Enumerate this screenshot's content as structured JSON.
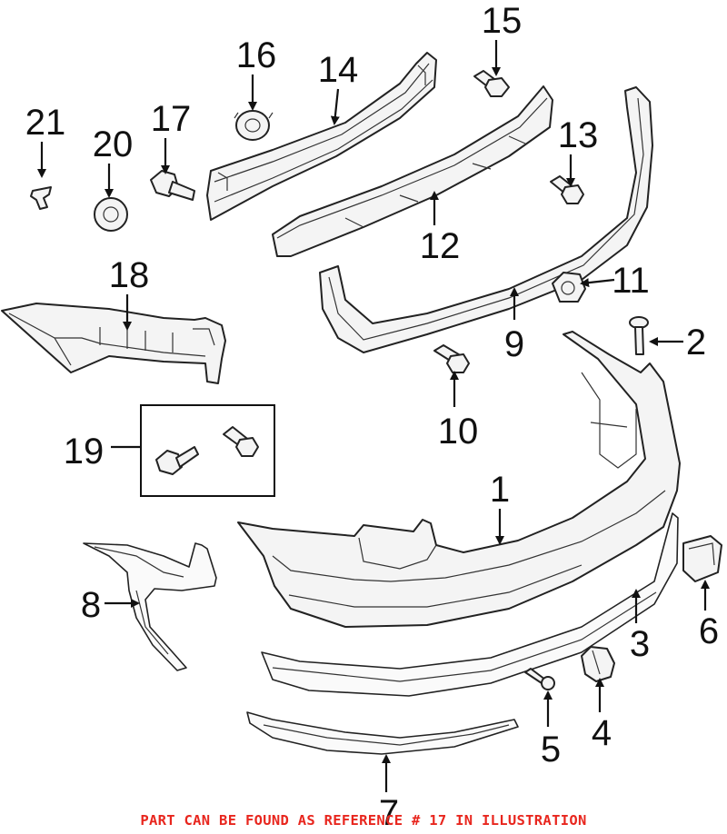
{
  "callouts": {
    "c1": "1",
    "c2": "2",
    "c3": "3",
    "c4": "4",
    "c5": "5",
    "c6": "6",
    "c7": "7",
    "c8": "8",
    "c9": "9",
    "c10": "10",
    "c11": "11",
    "c12": "12",
    "c13": "13",
    "c14": "14",
    "c15": "15",
    "c16": "16",
    "c17": "17",
    "c18": "18",
    "c19": "19",
    "c20": "20",
    "c21": "21"
  },
  "footer": {
    "note": "PART CAN BE FOUND AS REFERENCE # 17 IN ILLUSTRATION",
    "color": "#e8261e"
  }
}
